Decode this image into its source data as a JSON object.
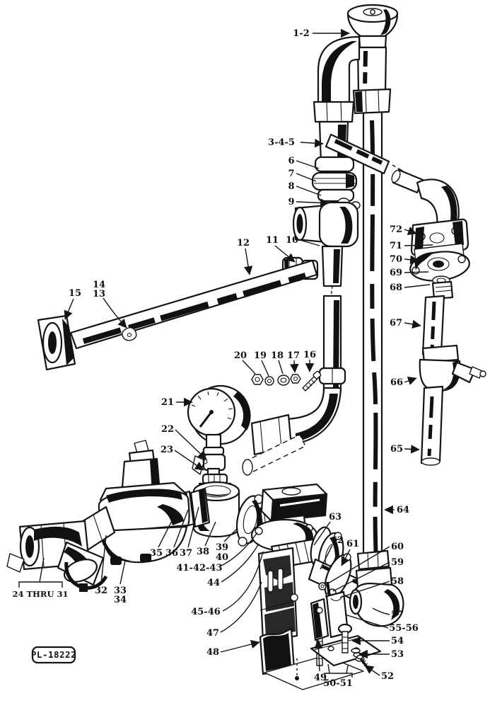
{
  "figure": {
    "kind": "exploded-parts-diagram",
    "subject": "flush valve and piping assembly line drawing",
    "background_color": "#ffffff",
    "ink_color": "#151515",
    "plate": {
      "label": "PL-18222"
    }
  },
  "callouts": [
    {
      "label": "1-2"
    },
    {
      "label": "3-4-5"
    },
    {
      "label": "6"
    },
    {
      "label": "7"
    },
    {
      "label": "8"
    },
    {
      "label": "9"
    },
    {
      "label": "10"
    },
    {
      "label": "11"
    },
    {
      "label": "12"
    },
    {
      "label": "14"
    },
    {
      "label": "13"
    },
    {
      "label": "15"
    },
    {
      "label": "20"
    },
    {
      "label": "19"
    },
    {
      "label": "18"
    },
    {
      "label": "17"
    },
    {
      "label": "16"
    },
    {
      "label": "21"
    },
    {
      "label": "22"
    },
    {
      "label": "23"
    },
    {
      "label": "24 THRU 31"
    },
    {
      "label": "32"
    },
    {
      "label": "33"
    },
    {
      "label": "34"
    },
    {
      "label": "35"
    },
    {
      "label": "36"
    },
    {
      "label": "37"
    },
    {
      "label": "38"
    },
    {
      "label": "39"
    },
    {
      "label": "40"
    },
    {
      "label": "41-42-43"
    },
    {
      "label": "44"
    },
    {
      "label": "45-46"
    },
    {
      "label": "47"
    },
    {
      "label": "48"
    },
    {
      "label": "49"
    },
    {
      "label": "50-51"
    },
    {
      "label": "52"
    },
    {
      "label": "53"
    },
    {
      "label": "54"
    },
    {
      "label": "55-56"
    },
    {
      "label": "57"
    },
    {
      "label": "58"
    },
    {
      "label": "59"
    },
    {
      "label": "60"
    },
    {
      "label": "61"
    },
    {
      "label": "62"
    },
    {
      "label": "63"
    },
    {
      "label": "64"
    },
    {
      "label": "65"
    },
    {
      "label": "66"
    },
    {
      "label": "67"
    },
    {
      "label": "68"
    },
    {
      "label": "69"
    },
    {
      "label": "70"
    },
    {
      "label": "71"
    },
    {
      "label": "72"
    }
  ]
}
